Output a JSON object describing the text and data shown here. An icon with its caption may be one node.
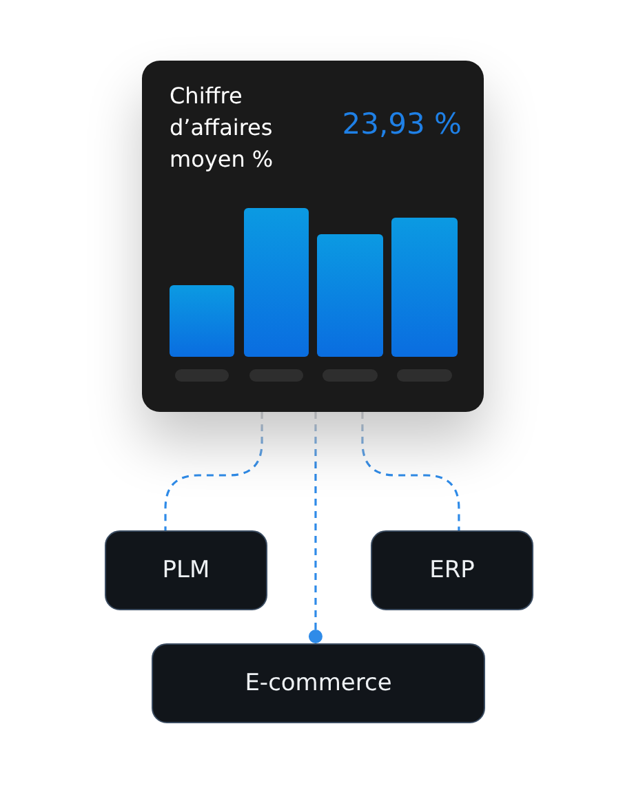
{
  "diagram": {
    "nodes": [
      {
        "text": [
          "Chiffre d’affaires moyen %",
          "23,93 %"
        ]
      },
      {
        "text": [
          "PLM"
        ]
      },
      {
        "text": [
          "ERP"
        ]
      },
      {
        "text": [
          "E-commerce"
        ]
      }
    ],
    "edges": [
      {
        "from": 0,
        "to": 1,
        "arrow": "none",
        "style": "dashed"
      },
      {
        "from": 0,
        "to": 3,
        "arrow": "other",
        "style": "dashed"
      },
      {
        "from": 0,
        "to": 2,
        "arrow": "none",
        "style": "dashed"
      }
    ]
  }
}
